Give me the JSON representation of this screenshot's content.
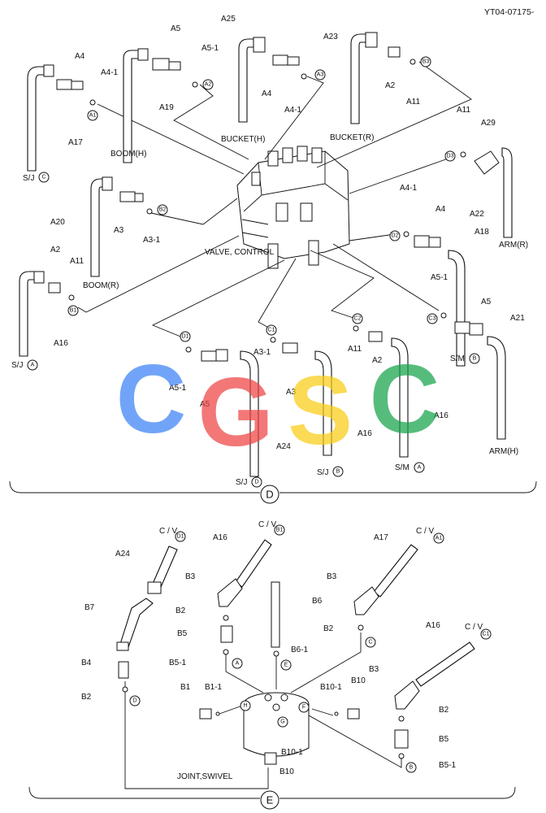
{
  "doc_id": "YT04-07175-",
  "section_d": {
    "marker": "D",
    "valve_label": "VALVE, CONTROL",
    "groups": {
      "boom_h": "BOOM(H)",
      "bucket_h": "BUCKET(H)",
      "bucket_r": "BUCKET(R)",
      "boom_r": "BOOM(R)",
      "arm_r": "ARM(R)",
      "arm_h": "ARM(H)"
    },
    "sj_c": "S/J",
    "sj_a": "S/J",
    "sj_d": "S/J",
    "sj_b": "S/J",
    "sm_b": "S/M",
    "sm_a": "S/M",
    "circles": {
      "C": "C",
      "A": "A",
      "D": "D",
      "B": "B",
      "A1": "A1",
      "A2": "A2",
      "A3": "A3",
      "B1": "B1",
      "B2": "B2",
      "B3": "B3",
      "C1": "C1",
      "C2": "C2",
      "C3": "C3",
      "D1": "D1",
      "D2": "D2",
      "D3": "D3"
    },
    "parts": {
      "A4a": "A4",
      "A4-1a": "A4-1",
      "A17": "A17",
      "A19": "A19",
      "A5a": "A5",
      "A5-1a": "A5-1",
      "A25": "A25",
      "A4b": "A4",
      "A4-1b": "A4-1",
      "A23": "A23",
      "A2a": "A2",
      "A11a": "A11",
      "A11b": "A11",
      "A29": "A29",
      "A22": "A22",
      "A20": "A20",
      "A3a": "A3",
      "A3-1a": "A3-1",
      "A2b": "A2",
      "A11c": "A11",
      "A4-1c": "A4-1",
      "A4c": "A4",
      "A18": "A18",
      "A5-1b": "A5-1",
      "A5b": "A5",
      "A21": "A21",
      "A16a": "A16",
      "A5-1c": "A5-1",
      "A5c": "A5",
      "A3-1b": "A3-1",
      "A3b": "A3",
      "A24": "A24",
      "A16b": "A16",
      "A11d": "A11",
      "A2c": "A2",
      "A16c": "A16"
    }
  },
  "section_e": {
    "marker": "E",
    "swivel_label": "JOINT,SWIVEL",
    "cv": "C / V",
    "circles": {
      "D1": "D1",
      "B1": "B1",
      "A1": "A1",
      "C1": "C1",
      "A": "A",
      "E": "E",
      "C": "C",
      "D": "D",
      "B": "B",
      "H": "H",
      "F": "F",
      "G": "G"
    },
    "parts": {
      "A24": "A24",
      "A16a": "A16",
      "A17": "A17",
      "A16b": "A16",
      "B7": "B7",
      "B3a": "B3",
      "B3b": "B3",
      "B3c": "B3",
      "B6": "B6",
      "B2a": "B2",
      "B2b": "B2",
      "B2c": "B2",
      "B2d": "B2",
      "B5a": "B5",
      "B5b": "B5",
      "B5-1a": "B5-1",
      "B5-1b": "B5-1",
      "B6-1": "B6-1",
      "B4": "B4",
      "B1": "B1",
      "B1-1": "B1-1",
      "B10-1a": "B10-1",
      "B10a": "B10",
      "B10-1b": "B10-1",
      "B10b": "B10"
    }
  },
  "watermark": [
    "C",
    "G",
    "S",
    "C"
  ],
  "colors": {
    "blue": "#3b82f6",
    "red": "#ef4444",
    "yellow": "#facc15",
    "green": "#16a34a"
  }
}
